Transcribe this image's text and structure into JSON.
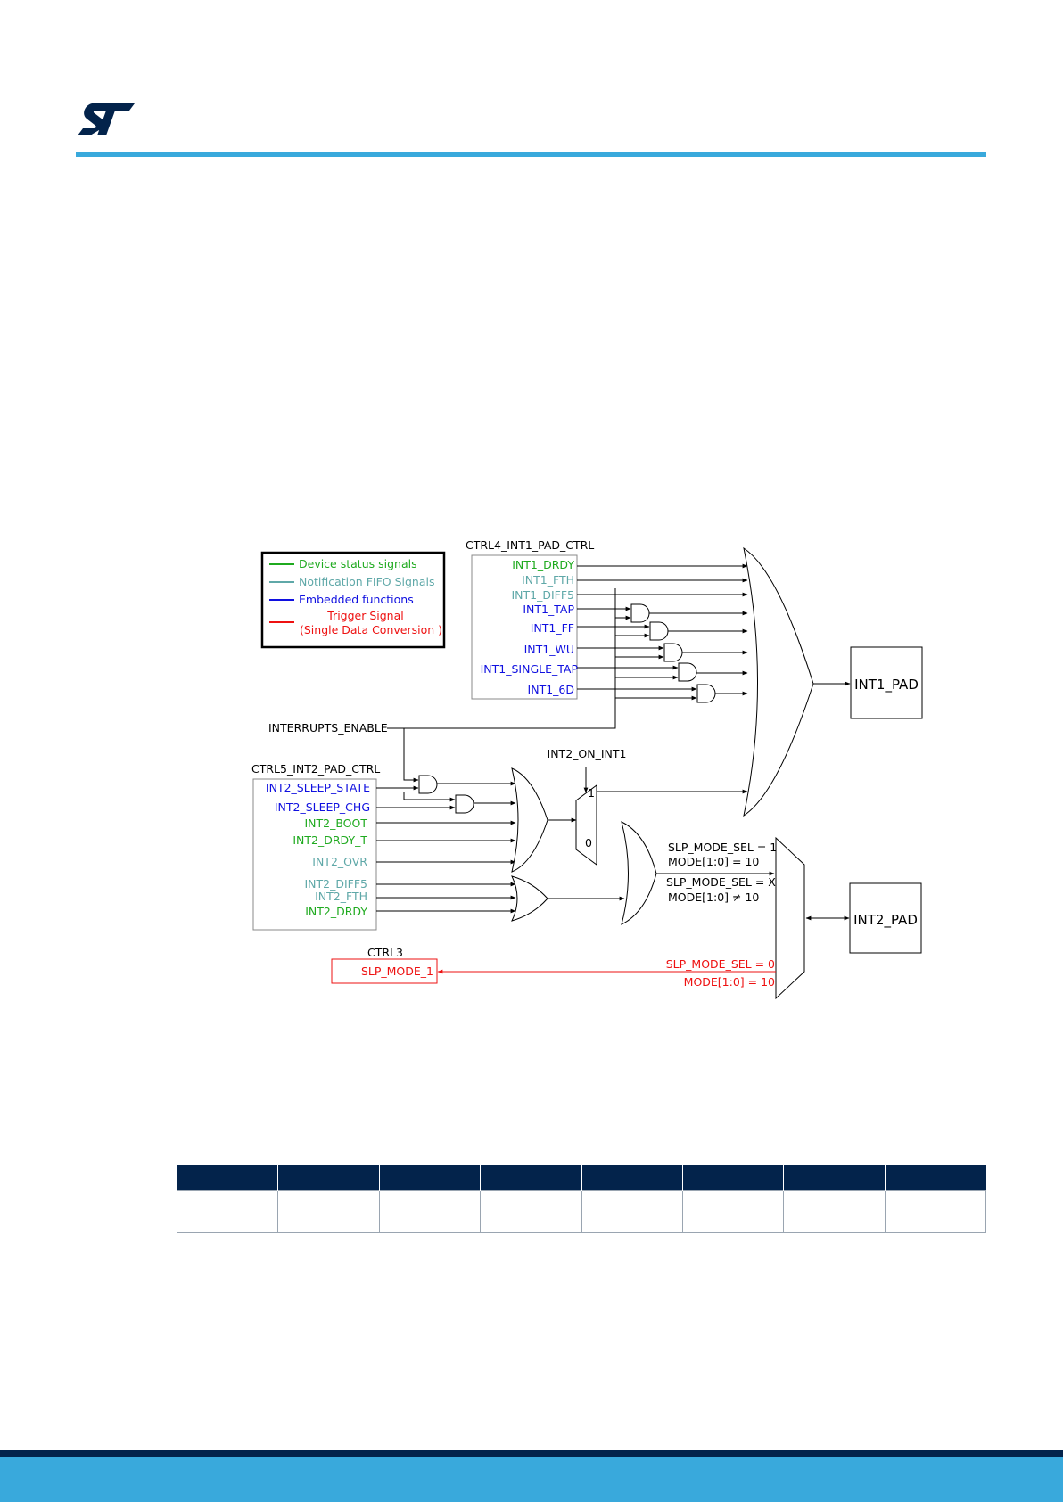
{
  "colors": {
    "accent": "#39a9dc",
    "dark_navy": "#03234b",
    "device_status": "#1faa1f",
    "notification_fifo": "#5fa8a8",
    "embedded": "#1010e0",
    "trigger": "#ee1111"
  },
  "header": {
    "logo_icon": "st-logo-icon"
  },
  "legend": {
    "device_status": "Device status signals",
    "notification_fifo": "Notification FIFO Signals",
    "embedded": "Embedded functions",
    "trigger_line1": "Trigger Signal",
    "trigger_line2": "(Single Data Conversion )"
  },
  "ctrl4": {
    "title": "CTRL4_INT1_PAD_CTRL",
    "signals": [
      "INT1_DRDY",
      "INT1_FTH",
      "INT1_DIFF5",
      "INT1_TAP",
      "INT1_FF",
      "INT1_WU",
      "INT1_SINGLE_TAP",
      "INT1_6D"
    ]
  },
  "ctrl5": {
    "title": "CTRL5_INT2_PAD_CTRL",
    "signals": [
      "INT2_SLEEP_STATE",
      "INT2_SLEEP_CHG",
      "INT2_BOOT",
      "INT2_DRDY_T",
      "INT2_OVR",
      "INT2_DIFF5",
      "INT2_FTH",
      "INT2_DRDY"
    ]
  },
  "interrupts_enable": "INTERRUPTS_ENABLE",
  "int2_on_int1": "INT2_ON_INT1",
  "mux_inputs": {
    "one": "1",
    "zero": "0"
  },
  "mode_mux": {
    "a_line1": "SLP_MODE_SEL = 1",
    "a_line2": "MODE[1:0] = 10",
    "b_line1": "SLP_MODE_SEL = X",
    "b_line2": "MODE[1:0] ≠ 10",
    "c_line1": "SLP_MODE_SEL = 0",
    "c_line2": "MODE[1:0] = 10"
  },
  "pads": {
    "int1": "INT1_PAD",
    "int2": "INT2_PAD"
  },
  "ctrl3": {
    "title": "CTRL3",
    "signal": "SLP_MODE_1"
  },
  "table": {
    "columns": 8
  }
}
